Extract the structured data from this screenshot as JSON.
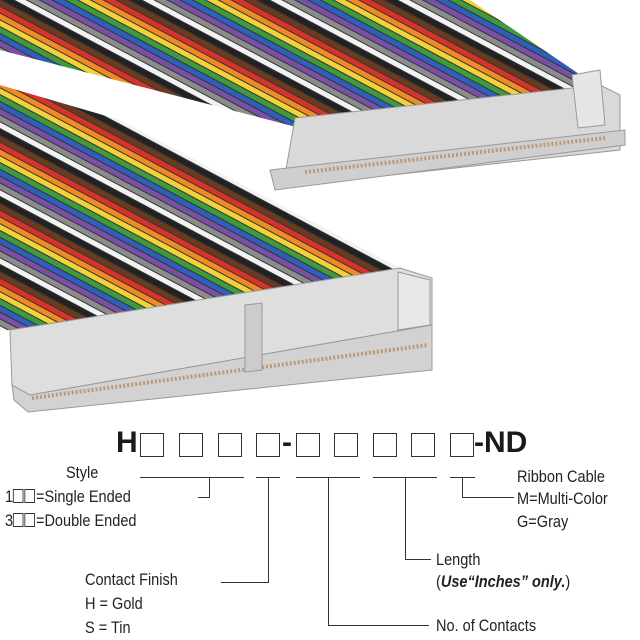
{
  "part_number": {
    "prefix": "H",
    "separator": "-",
    "suffix": "-ND"
  },
  "style": {
    "title": "Style",
    "options": [
      {
        "code": "1",
        "label": "=Single Ended"
      },
      {
        "code": "3",
        "label": "=Double Ended"
      }
    ]
  },
  "contact_finish": {
    "title": "Contact Finish",
    "options": [
      "H = Gold",
      "S = Tin"
    ]
  },
  "contacts": {
    "title": "No. of Contacts"
  },
  "length": {
    "title": "Length",
    "note_open": "(",
    "note": "Use“Inches” only.",
    "note_close": ")"
  },
  "ribbon": {
    "title": "Ribbon Cable",
    "options": [
      "M=Multi-Color",
      "G=Gray"
    ]
  },
  "colors": {
    "stripes": [
      "#6b3b1f",
      "#d8332a",
      "#f08a24",
      "#f2d23a",
      "#3f9a3f",
      "#2f5fb8",
      "#7a4fa6",
      "#8c8c8c",
      "#f2f2f2",
      "#222222"
    ],
    "connector": "#dcdcdc"
  }
}
